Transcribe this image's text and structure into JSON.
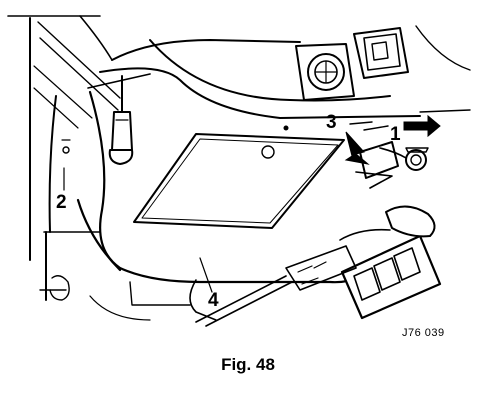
{
  "figure": {
    "caption": "Fig. 48",
    "reference_code": "J76 039",
    "callouts": [
      "1",
      "2",
      "3",
      "4"
    ]
  },
  "colors": {
    "ink": "#000000",
    "paper": "#ffffff"
  }
}
